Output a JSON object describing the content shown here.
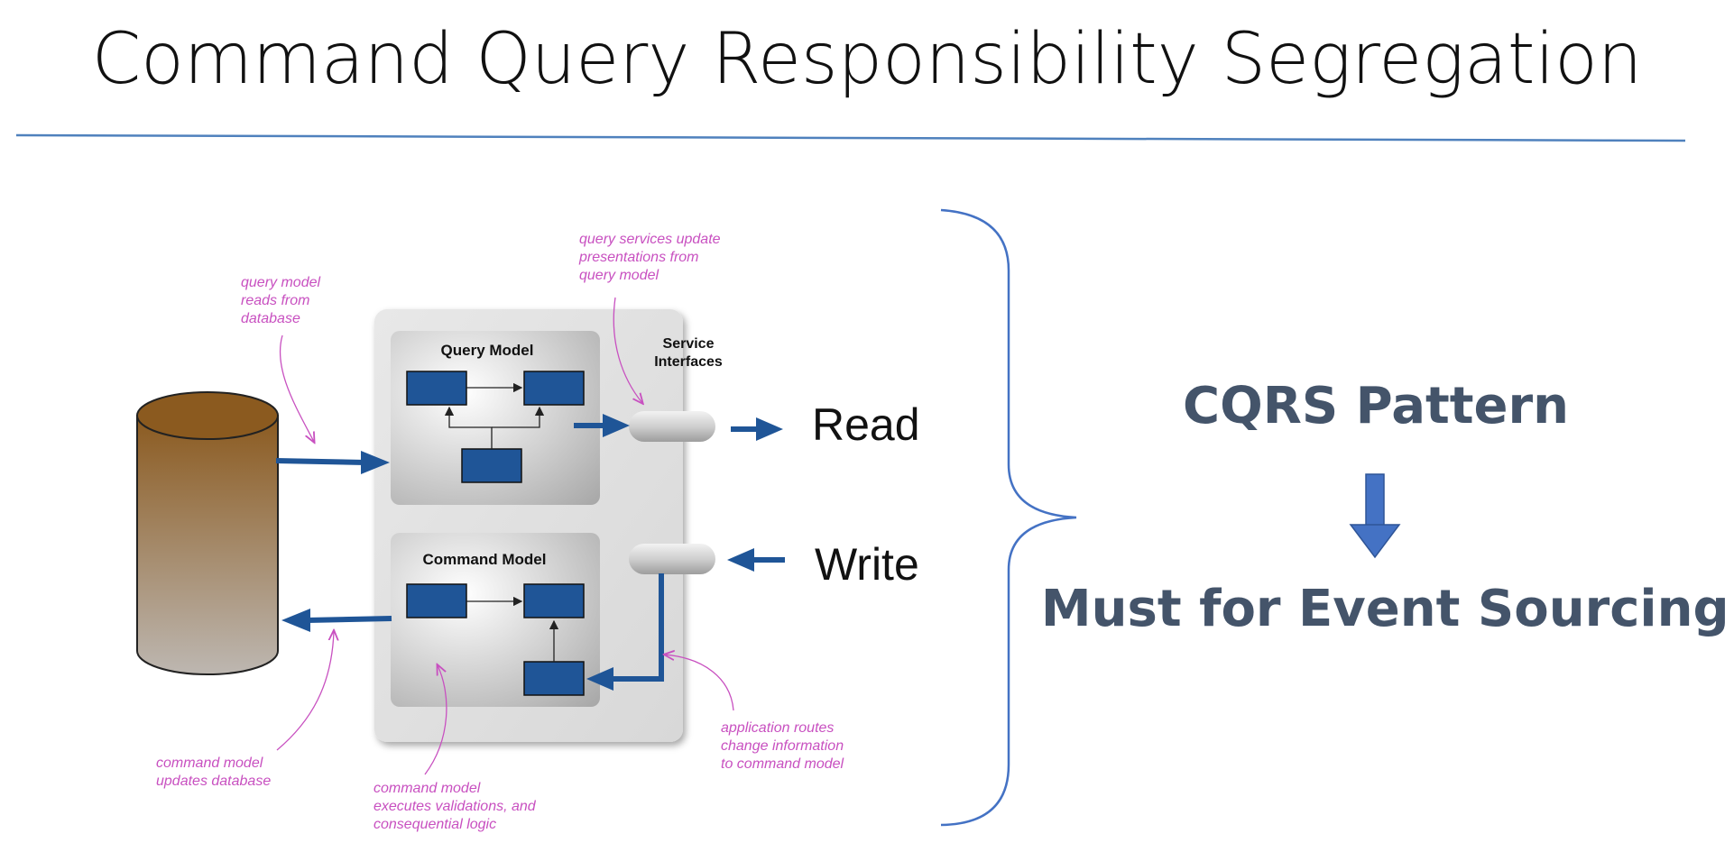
{
  "title": "Command Query Responsibility Segregation",
  "diagram": {
    "query_model_label": "Query Model",
    "command_model_label": "Command Model",
    "service_interfaces_line1": "Service",
    "service_interfaces_line2": "Interfaces",
    "read_label": "Read",
    "write_label": "Write",
    "annotations": {
      "query_reads": [
        "query model",
        "reads from",
        "database"
      ],
      "query_services": [
        "query services update",
        "presentations from",
        "query model"
      ],
      "command_updates": [
        "command model",
        "updates database"
      ],
      "command_executes": [
        "command model",
        "executes validations, and",
        "consequential logic"
      ],
      "app_routes": [
        "application routes",
        "change information",
        "to command model"
      ]
    }
  },
  "side_panel": {
    "pattern": "CQRS Pattern",
    "conclusion": "Must for Event Sourcing!"
  },
  "colors": {
    "accent_blue": "#1f5597",
    "annotation_pink": "#c850c0",
    "title_rule": "#4f81bd",
    "side_text": "#44546a",
    "down_arrow": "#4472c4",
    "cylinder_top": "#8b5a1f",
    "cylinder_bottom": "#b8b2ac"
  }
}
